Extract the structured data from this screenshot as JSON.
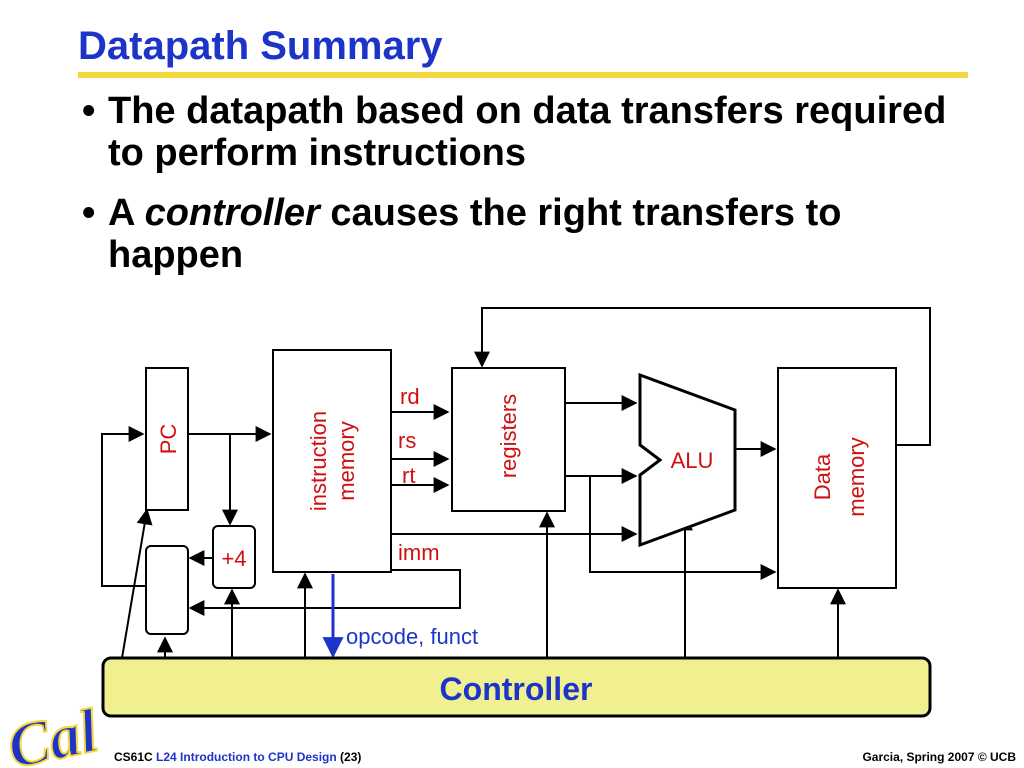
{
  "slide": {
    "title": "Datapath Summary",
    "bullets": [
      {
        "marker": "•",
        "text": "The datapath based on data transfers required to perform instructions"
      },
      {
        "marker": "•",
        "prefix": "A ",
        "emphasis": "controller",
        "suffix": " causes the right transfers to happen"
      }
    ]
  },
  "diagram": {
    "pc_label": "PC",
    "adder_label": "+4",
    "imem_label_line1": "instruction",
    "imem_label_line2": "memory",
    "rd_label": "rd",
    "rs_label": "rs",
    "rt_label": "rt",
    "imm_label": "imm",
    "registers_label": "registers",
    "alu_label": "ALU",
    "dmem_label_line1": "Data",
    "dmem_label_line2": "memory",
    "opcode_label": "opcode, funct",
    "controller_label": "Controller"
  },
  "logo": {
    "text": "Cal"
  },
  "footer": {
    "course": "CS61C",
    "lecture": "L24 Introduction to CPU Design",
    "page": "(23)",
    "credit": "Garcia, Spring 2007 © UCB"
  },
  "colors": {
    "title": "#1c35c8",
    "rule": "#f4d73a",
    "label_red": "#d01010",
    "controller_fill": "#f0f090",
    "control_blue": "#1c35c8"
  }
}
